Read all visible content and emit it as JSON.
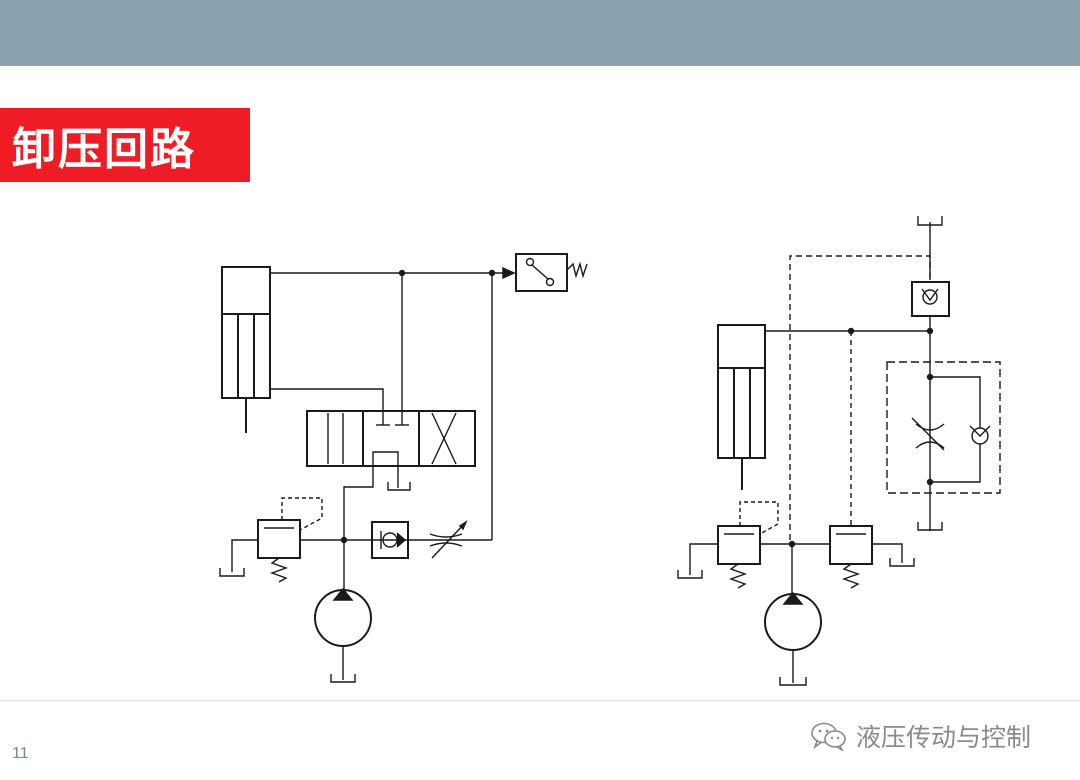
{
  "slide": {
    "title": "卸压回路",
    "page_number": "11",
    "watermark": "液压传动与控制"
  },
  "colors": {
    "header": "#8aa2b0",
    "title_bg": "#ee1c25",
    "title_text": "#ffffff",
    "line": "#1a1a1a"
  },
  "icons": {
    "watermark": "wechat-icon"
  }
}
